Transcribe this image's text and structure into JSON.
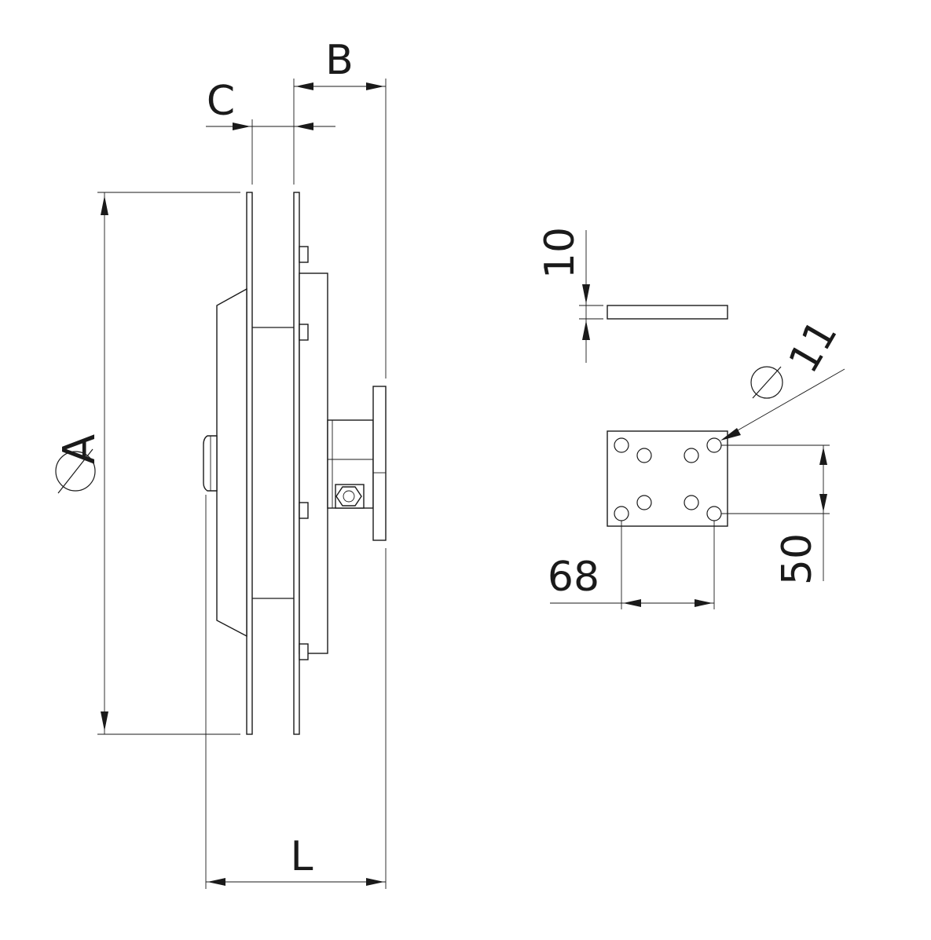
{
  "side_view": {
    "label_diameter_a": "A",
    "label_b": "B",
    "label_c": "C",
    "label_l": "L"
  },
  "plate_thickness": {
    "label_thickness": "10"
  },
  "mounting_plate": {
    "label_hole_diameter": "11",
    "label_hole_spacing_x": "68",
    "label_hole_spacing_y": "50"
  }
}
